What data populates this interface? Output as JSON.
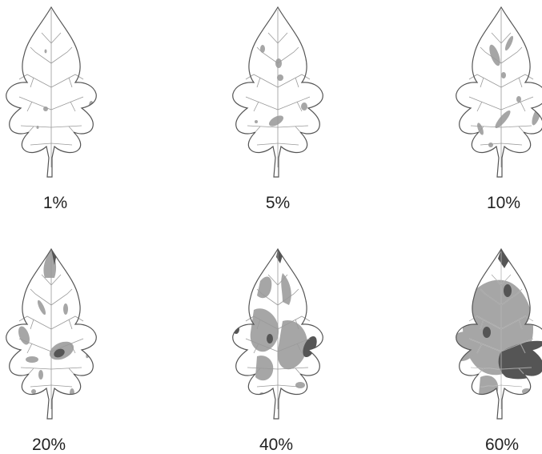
{
  "colors": {
    "background": "#ffffff",
    "leaf_fill": "#ffffff",
    "outline": "#555555",
    "vein": "#9a9a9a",
    "lesion_light": "#a6a6a6",
    "lesion_dark": "#555555"
  },
  "leaves": [
    {
      "severity_label": "1%",
      "severity_percent": 1
    },
    {
      "severity_label": "5%",
      "severity_percent": 5
    },
    {
      "severity_label": "10%",
      "severity_percent": 10
    },
    {
      "severity_label": "20%",
      "severity_percent": 20
    },
    {
      "severity_label": "40%",
      "severity_percent": 40
    },
    {
      "severity_label": "60%",
      "severity_percent": 60
    }
  ]
}
